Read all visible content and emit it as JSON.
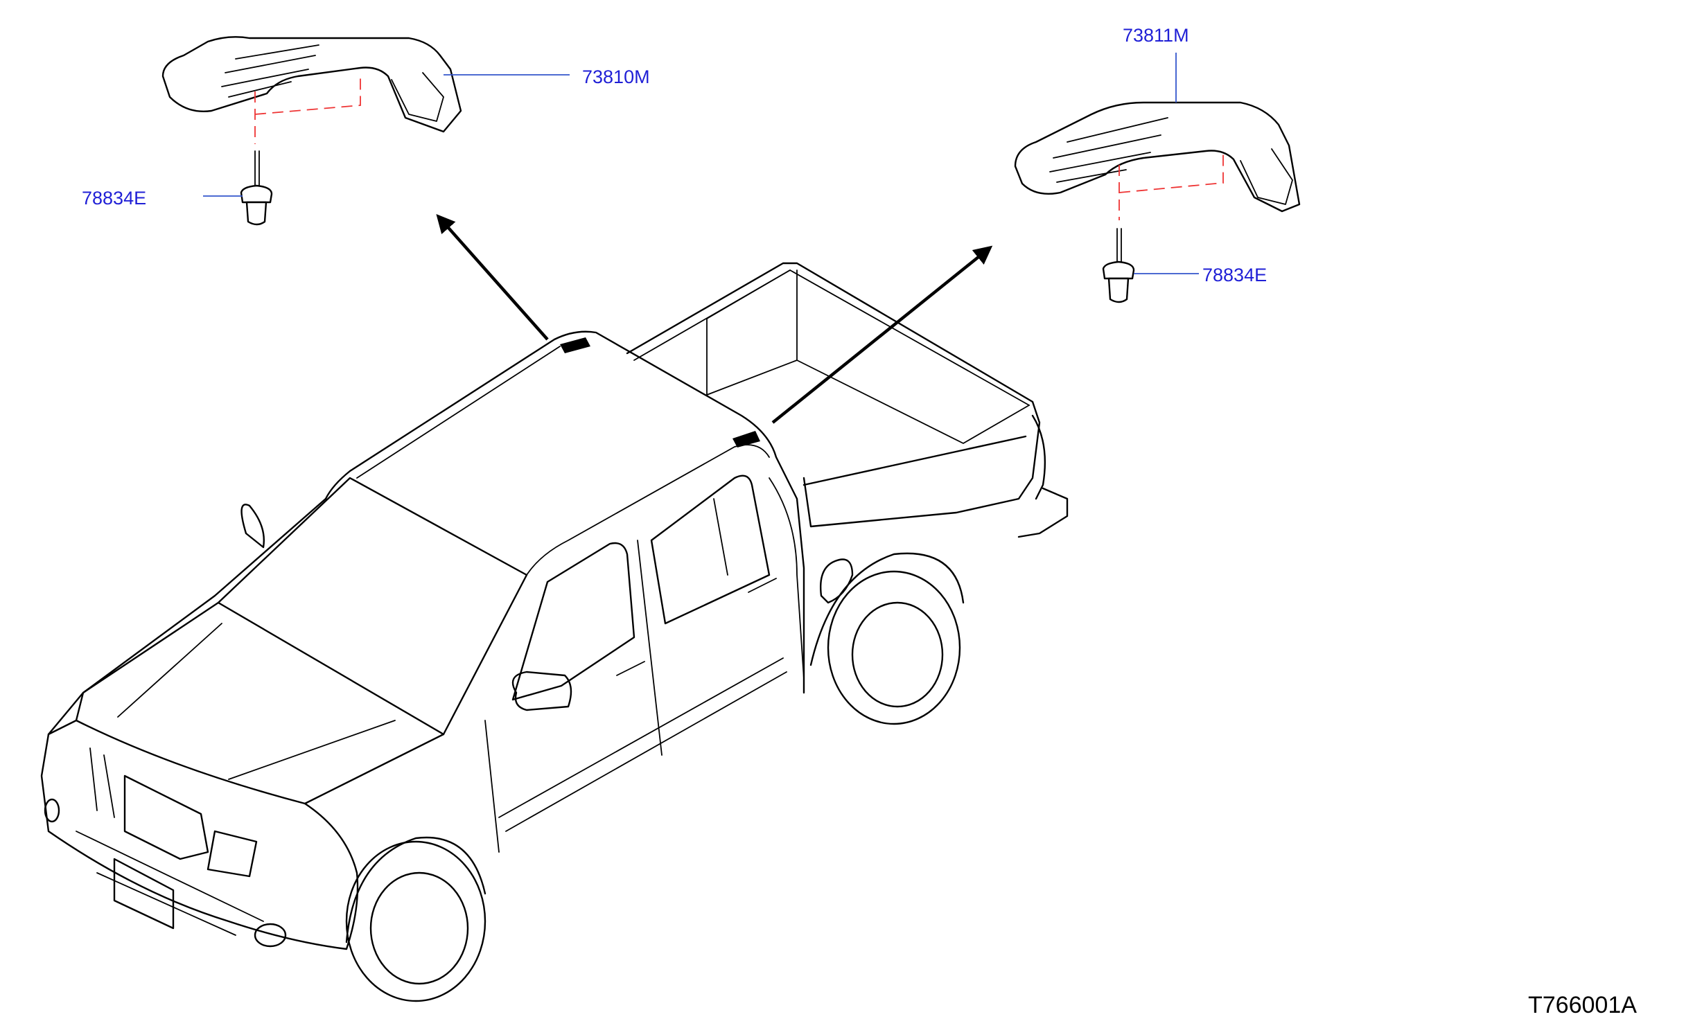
{
  "callouts": {
    "front_cover": "73810M",
    "rear_cover": "73811M",
    "clip_front": "78834E",
    "clip_rear": "78834E"
  },
  "figure_id": "T766001A",
  "colors": {
    "callout_text": "#1f1fd6",
    "leader_line": "#3355cc",
    "dashed_guide": "#ee3333",
    "linework": "#000000"
  }
}
